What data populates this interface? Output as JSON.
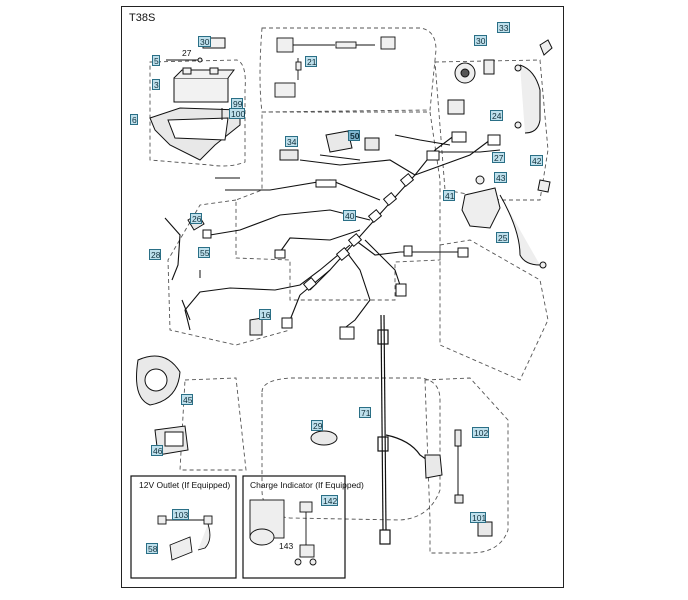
{
  "model_code": "T38S",
  "insets": {
    "outlet_title": "12V Outlet (If Equipped)",
    "charge_title": "Charge Indicator (If Equipped)"
  },
  "callouts": {
    "c30a": "30",
    "c27a": "27",
    "c5": "5",
    "c3": "3",
    "c99": "99",
    "c100": "100",
    "c6": "6",
    "c21": "21",
    "c33": "33",
    "c30b": "30",
    "c24": "24",
    "c34": "34",
    "c50": "50",
    "c27b": "27",
    "c42": "42",
    "c43": "43",
    "c41": "41",
    "c26": "26",
    "c40": "40",
    "c25": "25",
    "c28": "28",
    "c55": "55",
    "c16": "16",
    "c45": "45",
    "c29": "29",
    "c71": "71",
    "c102": "102",
    "c46": "46",
    "c103": "103",
    "c58": "58",
    "c142": "142",
    "c143": "143",
    "c101": "101"
  }
}
